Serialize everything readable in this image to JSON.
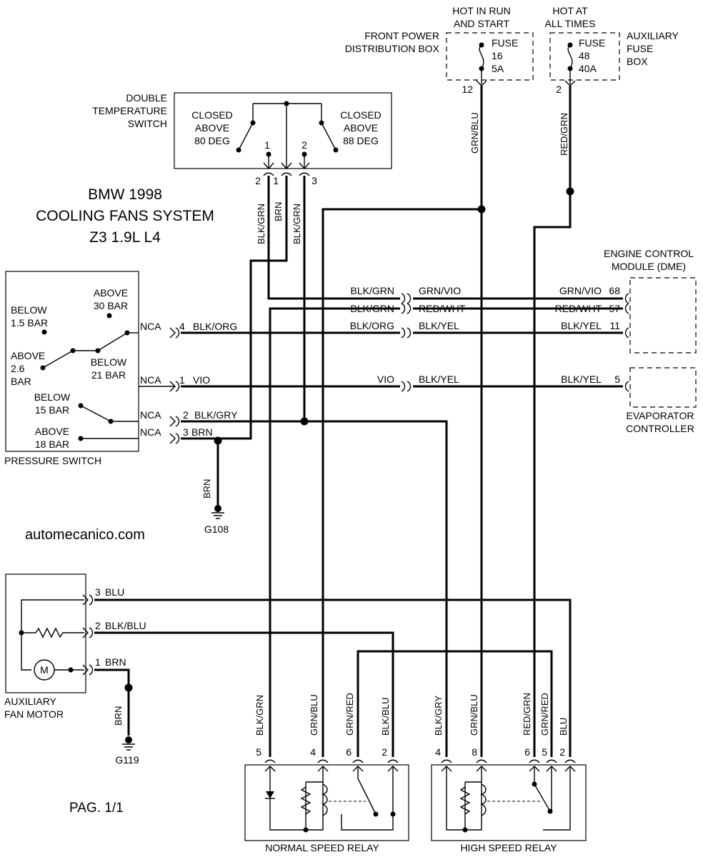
{
  "title": {
    "line1": "BMW 1998",
    "line2": "COOLING FANS SYSTEM",
    "line3": "Z3 1.9L L4"
  },
  "watermark": "automecanico.com",
  "page_label": "PAG. 1/1",
  "fuse_boxes": {
    "front": {
      "header_line1": "HOT IN RUN",
      "header_line2": "AND START",
      "name_line1": "FRONT POWER",
      "name_line2": "DISTRIBUTION BOX",
      "fuse_label": "FUSE",
      "fuse_number": "16",
      "fuse_rating": "5A",
      "pin": "12",
      "wire": "GRN/BLU"
    },
    "aux": {
      "header_line1": "HOT AT",
      "header_line2": "ALL TIMES",
      "name_line1": "AUXILIARY",
      "name_line2": "FUSE",
      "name_line3": "BOX",
      "fuse_label": "FUSE",
      "fuse_number": "48",
      "fuse_rating": "40A",
      "pin": "2",
      "wire": "RED/GRN"
    }
  },
  "double_temp_switch": {
    "name_line1": "DOUBLE",
    "name_line2": "TEMPERATURE",
    "name_line3": "SWITCH",
    "left_line1": "CLOSED",
    "left_line2": "ABOVE",
    "left_line3": "80 DEG",
    "right_line1": "CLOSED",
    "right_line2": "ABOVE",
    "right_line3": "88 DEG",
    "contact1": "1",
    "contact2": "2",
    "pins": [
      "2",
      "1",
      "3"
    ],
    "wires": [
      "BLK/GRN",
      "BRN",
      "BLK/GRN"
    ]
  },
  "pressure_switch": {
    "name": "PRESSURE SWITCH",
    "labels": {
      "below_15_line1": "BELOW",
      "below_15_line2": "1.5 BAR",
      "above_30_line1": "ABOVE",
      "above_30_line2": "30 BAR",
      "above_26_line1": "ABOVE",
      "above_26_line2": "2.6",
      "above_26_line3": "BAR",
      "below_21_line1": "BELOW",
      "below_21_line2": "21 BAR",
      "below_15bar_line1": "BELOW",
      "below_15bar_line2": "15 BAR",
      "above_18_line1": "ABOVE",
      "above_18_line2": "18 BAR"
    },
    "nca": "NCA",
    "pins": [
      "4",
      "1",
      "2",
      "3"
    ],
    "wires": [
      "BLK/ORG",
      "VIO",
      "BLK/GRY",
      "BRN"
    ]
  },
  "ground_g108": {
    "wire": "BRN",
    "label": "G108"
  },
  "ground_g119": {
    "wire": "BRN",
    "label": "G119"
  },
  "connector_wires": {
    "left": [
      "BLK/GRN",
      "BLK/GRN",
      "BLK/ORG",
      "VIO"
    ],
    "right": [
      "GRN/VIO",
      "RED/WHT",
      "BLK/YEL",
      "BLK/YEL"
    ]
  },
  "dme": {
    "name_line1": "ENGINE CONTROL",
    "name_line2": "MODULE (DME)",
    "wires": [
      "GRN/VIO",
      "RED/WHT",
      "BLK/YEL"
    ],
    "pins": [
      "68",
      "57",
      "11"
    ]
  },
  "evaporator": {
    "name_line1": "EVAPORATOR",
    "name_line2": "CONTROLLER",
    "wire": "BLK/YEL",
    "pin": "5"
  },
  "aux_fan_motor": {
    "name_line1": "AUXILIARY",
    "name_line2": "FAN MOTOR",
    "motor_symbol": "M",
    "pins": [
      "3",
      "2",
      "1"
    ],
    "wires": [
      "BLU",
      "BLK/BLU",
      "BRN"
    ]
  },
  "normal_relay": {
    "name": "NORMAL SPEED RELAY",
    "pins": [
      "5",
      "4",
      "6",
      "2"
    ],
    "wires": [
      "BLK/GRN",
      "GRN/BLU",
      "GRN/RED",
      "BLK/BLU"
    ]
  },
  "high_relay": {
    "name": "HIGH SPEED RELAY",
    "pins": [
      "4",
      "8",
      "6",
      "5",
      "2"
    ],
    "wires": [
      "BLK/GRY",
      "GRN/BLU",
      "RED/GRN",
      "GRN/RED",
      "BLU"
    ]
  }
}
